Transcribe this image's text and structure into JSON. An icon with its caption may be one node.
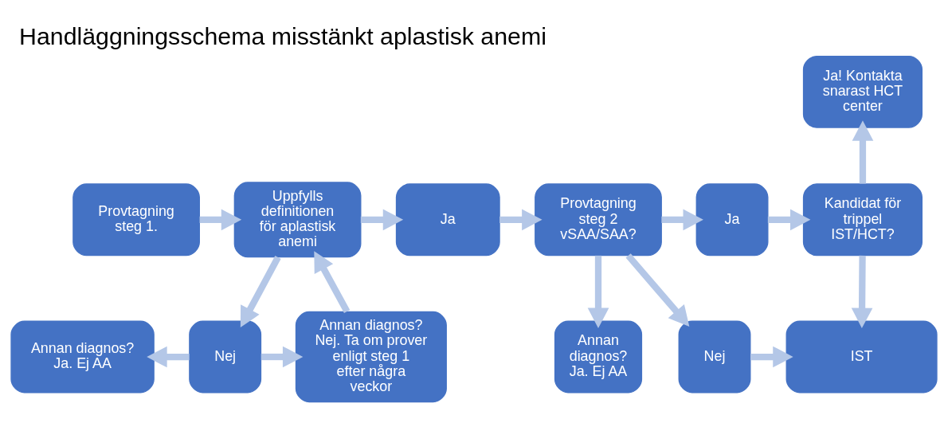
{
  "diagram": {
    "title": "Handläggningsschema misstänkt aplastisk anemi",
    "nodes": [
      {
        "text": [
          "Provtagning steg 1."
        ]
      },
      {
        "text": [
          "Uppfylls definitionen för aplastisk anemi"
        ]
      },
      {
        "text": [
          "Ja"
        ]
      },
      {
        "text": [
          "Provtagning steg 2 vSAA/SAA?"
        ]
      },
      {
        "text": [
          "Ja"
        ]
      },
      {
        "text": [
          "Kandidat för trippel IST/HCT?"
        ]
      },
      {
        "text": [
          "Ja! Kontakta snarast HCT center"
        ]
      },
      {
        "text": [
          "Annan diagnos? Ja. Ej AA"
        ]
      },
      {
        "text": [
          "Nej"
        ]
      },
      {
        "text": [
          "Annan diagnos? Nej. Ta om prover enligt steg 1 efter några veckor"
        ]
      },
      {
        "text": [
          "Annan diagnos? Ja. Ej AA"
        ]
      },
      {
        "text": [
          "Nej"
        ]
      },
      {
        "text": [
          "IST"
        ]
      }
    ],
    "edges": [
      {
        "from": 0,
        "to": 1,
        "arrow": "to"
      },
      {
        "from": 1,
        "to": 2,
        "arrow": "to"
      },
      {
        "from": 2,
        "to": 3,
        "arrow": "to"
      },
      {
        "from": 3,
        "to": 4,
        "arrow": "to"
      },
      {
        "from": 4,
        "to": 5,
        "arrow": "to"
      },
      {
        "from": 5,
        "to": 6,
        "arrow": "to"
      },
      {
        "from": 5,
        "to": 12,
        "arrow": "to"
      },
      {
        "from": 1,
        "to": 8,
        "arrow": "to"
      },
      {
        "from": 8,
        "to": 7,
        "arrow": "to"
      },
      {
        "from": 8,
        "to": 9,
        "arrow": "to"
      },
      {
        "from": 9,
        "to": 1,
        "arrow": "to"
      },
      {
        "from": 3,
        "to": 10,
        "arrow": "to"
      },
      {
        "from": 3,
        "to": 11,
        "arrow": "to"
      },
      {
        "from": 11,
        "to": 12,
        "arrow": "to"
      }
    ]
  }
}
